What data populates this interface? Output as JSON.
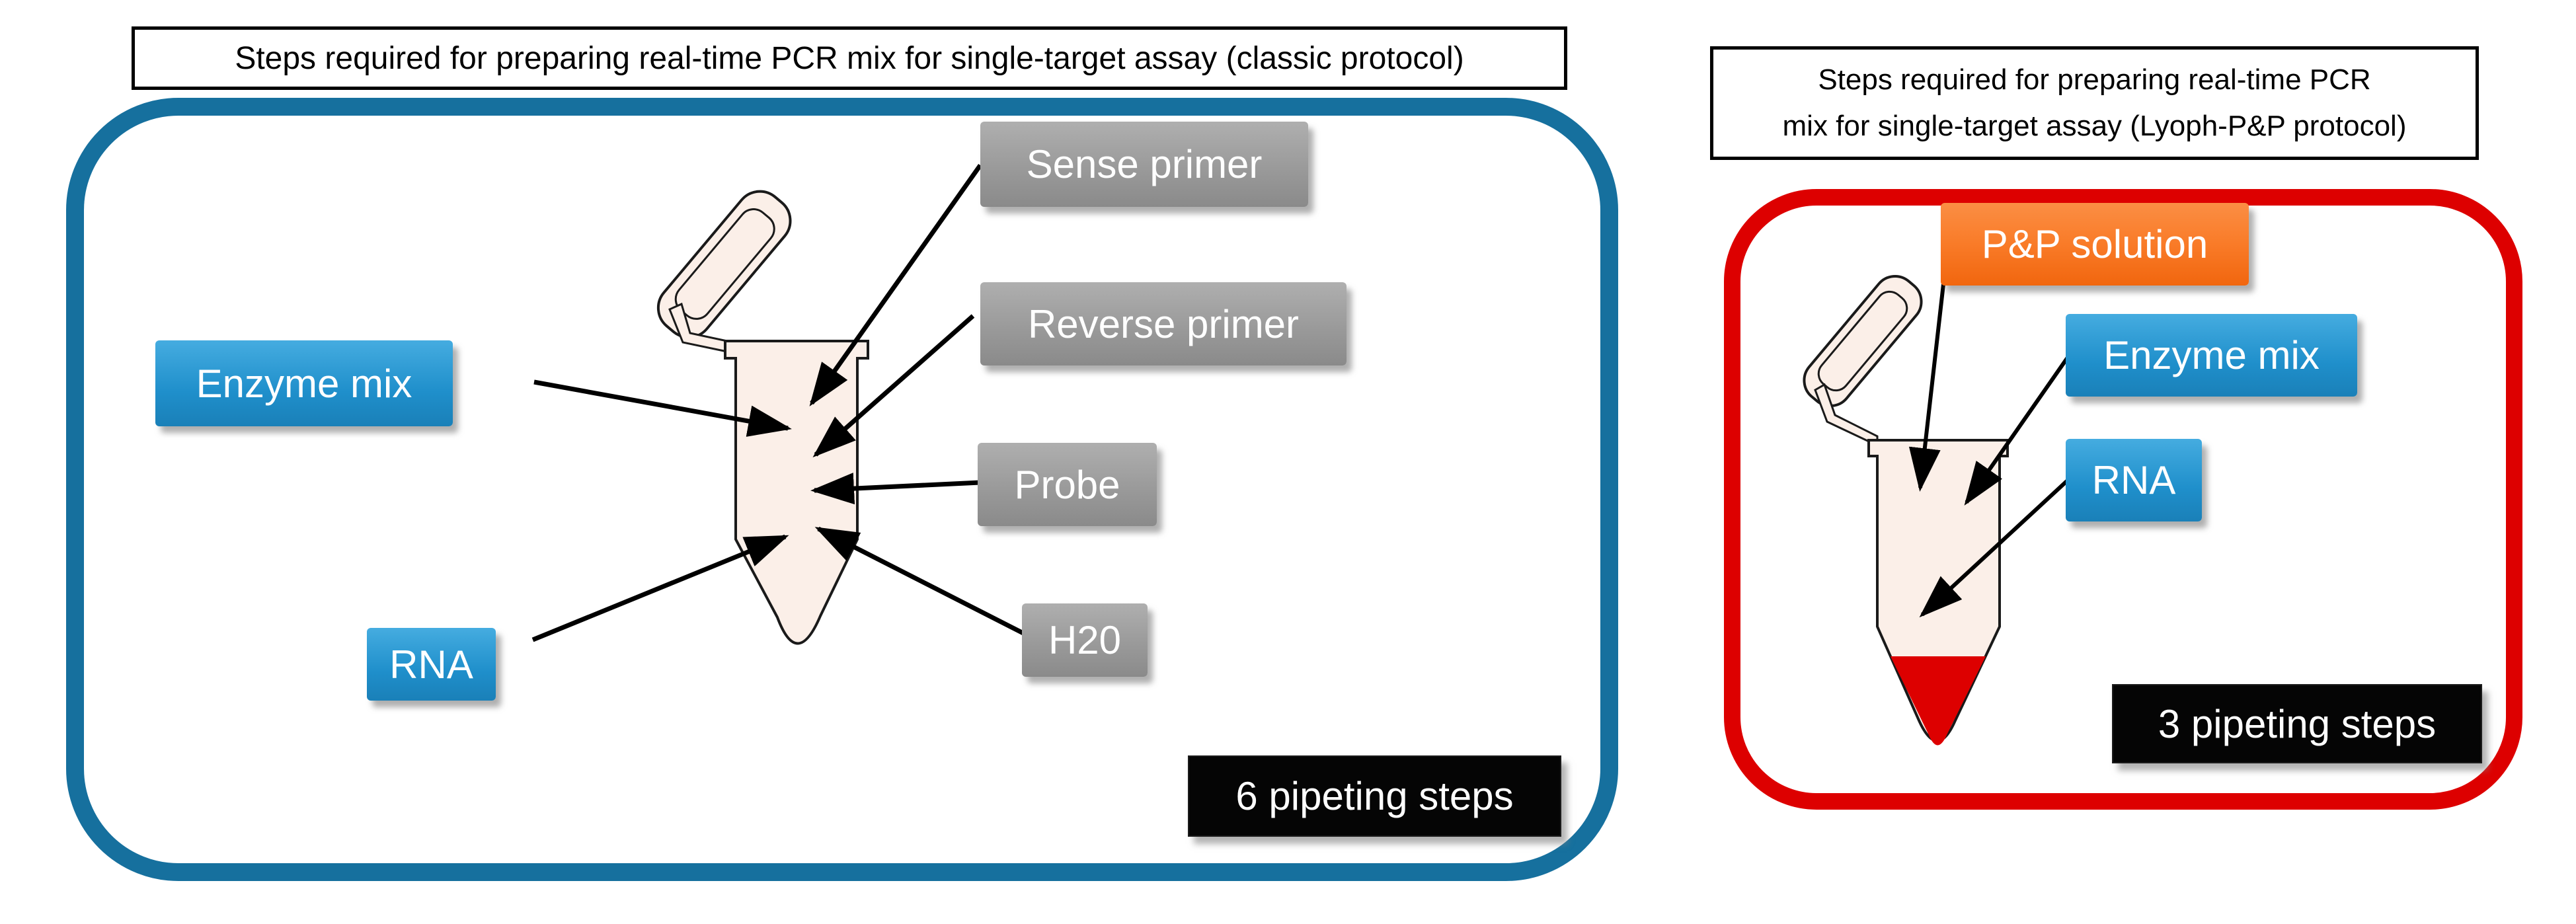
{
  "left_panel": {
    "title": "Steps required for preparing real-time PCR mix for single-target assay (classic protocol)",
    "labels": {
      "sense_primer": "Sense primer",
      "reverse_primer": "Reverse primer",
      "probe": "Probe",
      "h2o": "H20",
      "enzyme_mix": "Enzyme mix",
      "rna": "RNA"
    },
    "steps_badge": "6 pipeting steps",
    "accent_color": "#16709E"
  },
  "right_panel": {
    "title_line1": "Steps required for preparing real-time PCR",
    "title_line2": "mix for single-target assay (Lyoph-P&P protocol)",
    "labels": {
      "pp_solution": "P&P solution",
      "enzyme_mix": "Enzyme mix",
      "rna": "RNA"
    },
    "steps_badge": "3 pipeting steps",
    "accent_color": "#DD0000",
    "liquid_color": "#DD0000"
  },
  "colors": {
    "gray_label": "#9A9A9A",
    "blue_label": "#2196D3",
    "orange_label": "#F97B28",
    "badge_background": "#050505",
    "tube_fill": "#FBEFE8",
    "arrow": "#000000"
  }
}
